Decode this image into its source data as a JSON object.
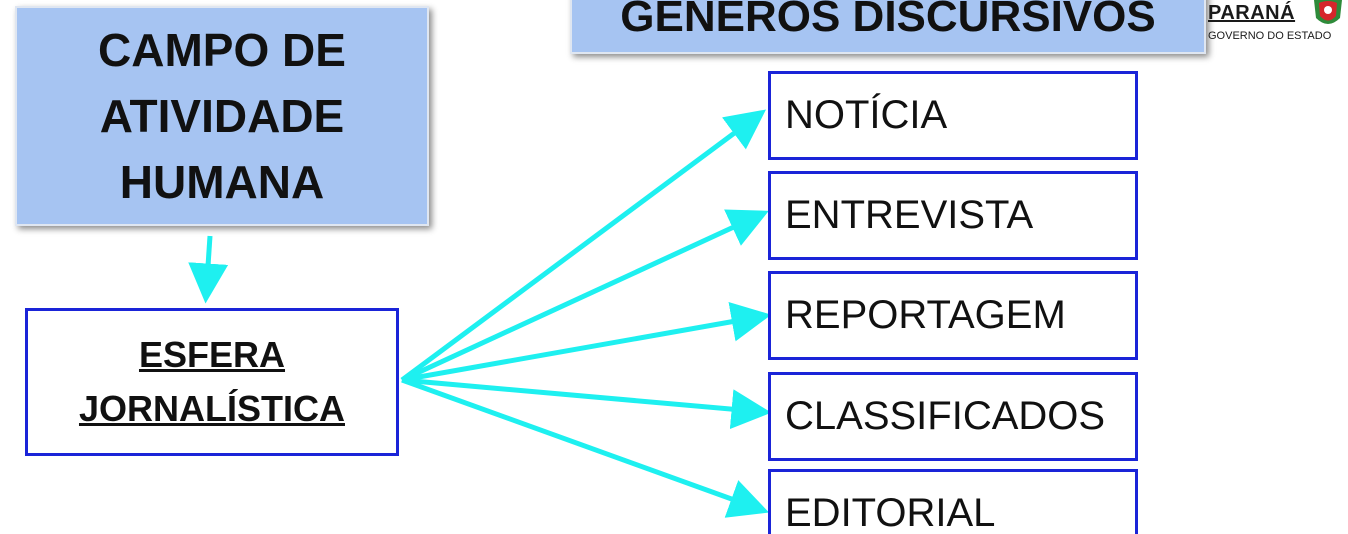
{
  "header": {
    "title": "GÊNEROS DISCURSIVOS"
  },
  "campo": {
    "lines": [
      "CAMPO DE",
      "ATIVIDADE",
      "HUMANA"
    ]
  },
  "esfera": {
    "lines": [
      "ESFERA",
      "JORNALÍSTICA"
    ]
  },
  "genres": [
    {
      "label": "NOTÍCIA"
    },
    {
      "label": "ENTREVISTA"
    },
    {
      "label": "REPORTAGEM"
    },
    {
      "label": "CLASSIFICADOS"
    },
    {
      "label": "EDITORIAL"
    }
  ],
  "logo": {
    "name": "PARANÁ",
    "subtitle": "GOVERNO DO ESTADO"
  },
  "colors": {
    "arrow": "#1ef0f0",
    "box_fill": "#a6c4f2",
    "box_border": "#1a24d8"
  }
}
